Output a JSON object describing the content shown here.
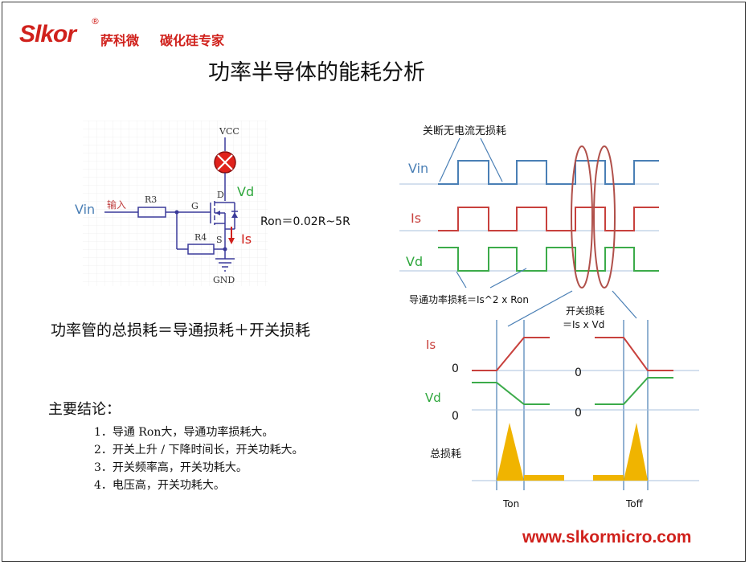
{
  "header": {
    "logo": "Slkor",
    "registered_mark": "®",
    "brand_cn": "萨科微",
    "tagline": "碳化硅专家"
  },
  "slide": {
    "title": "功率半导体的能耗分析",
    "total_loss_formula": "功率管的总损耗＝导通损耗＋开关损耗",
    "website": "www.slkormicro.com"
  },
  "circuit": {
    "vin": "Vin",
    "input": "输入",
    "r3": "R3",
    "r4": "R4",
    "gate": "G",
    "drain": "D",
    "source": "S",
    "vcc": "VCC",
    "gnd": "GND",
    "vd": "Vd",
    "is": "Is",
    "ron": "Ron＝0.02R~5R"
  },
  "waveforms": {
    "off_note": "关断无电流无损耗",
    "vin": "Vin",
    "is": "Is",
    "vd": "Vd",
    "conduction_loss": "导通功率损耗＝Is^2 x Ron",
    "switch_loss_title": "开关损耗",
    "switch_loss_formula": "＝Is x Vd",
    "zoom_is": "Is",
    "zoom_vd": "Vd",
    "zero_1": "0",
    "zero_2": "0",
    "zero_3": "0",
    "zero_4": "0",
    "total_loss": "总损耗",
    "ton": "Ton",
    "toff": "Toff"
  },
  "conclusions": {
    "heading": "主要结论：",
    "items": [
      "1．导通 Ron大，导通功率损耗大。",
      "2．开关上升 / 下降时间长，开关功耗大。",
      "3．开关频率高，开关功耗大。",
      "4．电压高，开关功耗大。"
    ]
  },
  "colors": {
    "brand_red": "#d0211c",
    "vin_blue": "#4a7fb5",
    "is_red": "#c8413d",
    "vd_green": "#3cab4a",
    "loss_gold": "#f0b400",
    "ellipse": "#b0504a"
  }
}
